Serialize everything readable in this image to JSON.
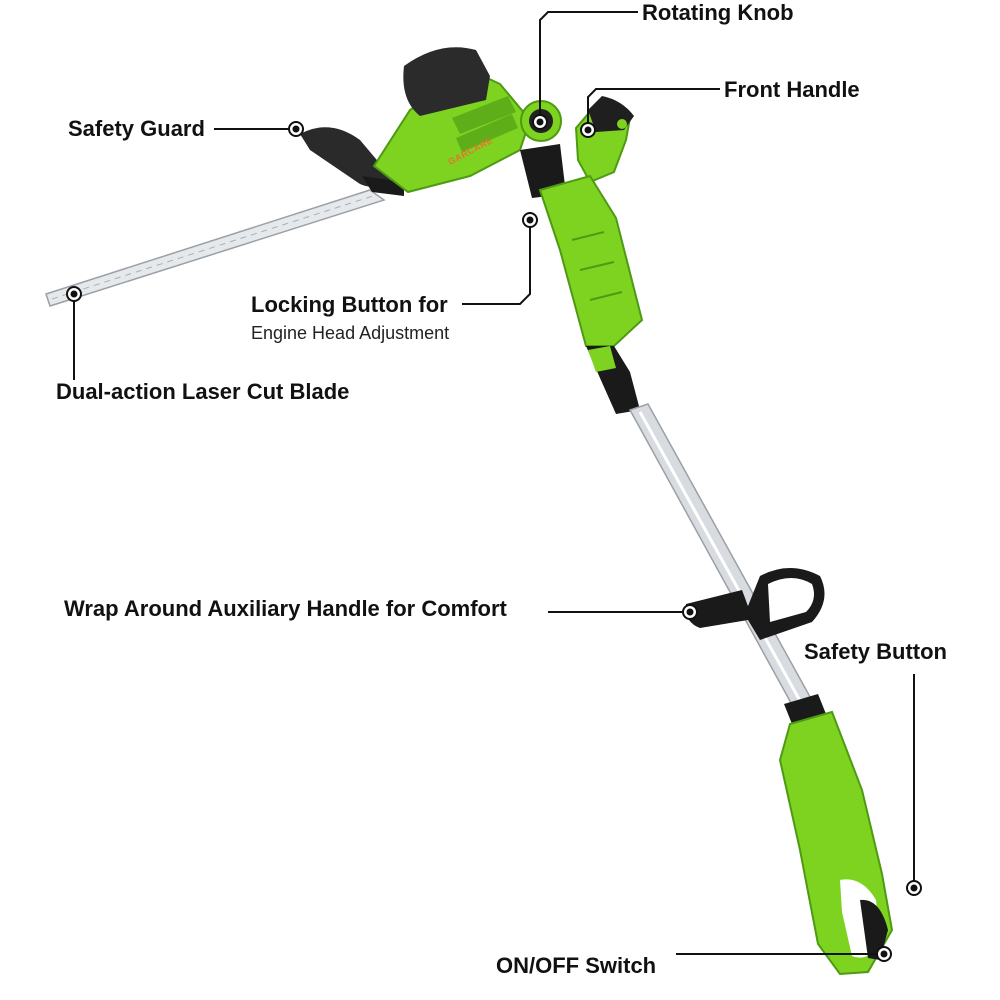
{
  "colors": {
    "body_green": "#7ED321",
    "body_green_dark": "#4E9A12",
    "black": "#1A1A1A",
    "silver": "#D8DCE0",
    "brand_orange": "#E8742A"
  },
  "brand": "GARCARE",
  "labels": {
    "rotating_knob": "Rotating Knob",
    "front_handle": "Front Handle",
    "safety_guard": "Safety Guard",
    "locking_button_title": "Locking Button for",
    "locking_button_sub": "Engine Head Adjustment",
    "blade": "Dual-action Laser Cut Blade",
    "aux_handle": "Wrap Around Auxiliary Handle for Comfort",
    "safety_button": "Safety Button",
    "on_off_switch": "ON/OFF Switch"
  }
}
